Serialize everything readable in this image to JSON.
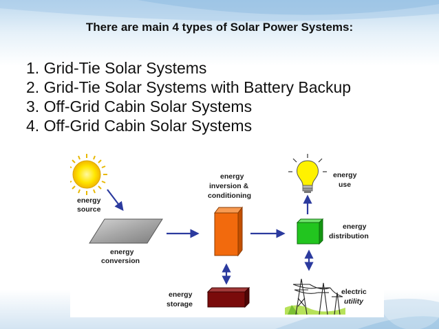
{
  "slide": {
    "heading": "There are main 4 types of Solar Power Systems:",
    "items": [
      "1. Grid-Tie Solar Systems",
      "2. Grid-Tie Solar Systems with Battery Backup",
      "3. Off-Grid Cabin Solar Systems",
      "4. Off-Grid Cabin Solar Systems"
    ]
  },
  "diagram": {
    "source": [
      "energy",
      "source"
    ],
    "conversion": [
      "energy",
      "conversion"
    ],
    "inversion": [
      "energy",
      "inversion &",
      "conditioning"
    ],
    "storage": [
      "energy",
      "storage"
    ],
    "use": [
      "energy",
      "use"
    ],
    "distribution": [
      "energy",
      "distribution"
    ],
    "utility": [
      "electric",
      "utility"
    ]
  },
  "colors": {
    "inverter": "#f26a0d",
    "distribution": "#22c51f",
    "battery": "#7a0b0b",
    "arrow": "#2b3a9e",
    "sun": "#ffe600",
    "bulb": "#fff200"
  },
  "icons": [
    "sun-icon",
    "solar-panel-icon",
    "light-bulb-icon",
    "power-tower-icon"
  ]
}
